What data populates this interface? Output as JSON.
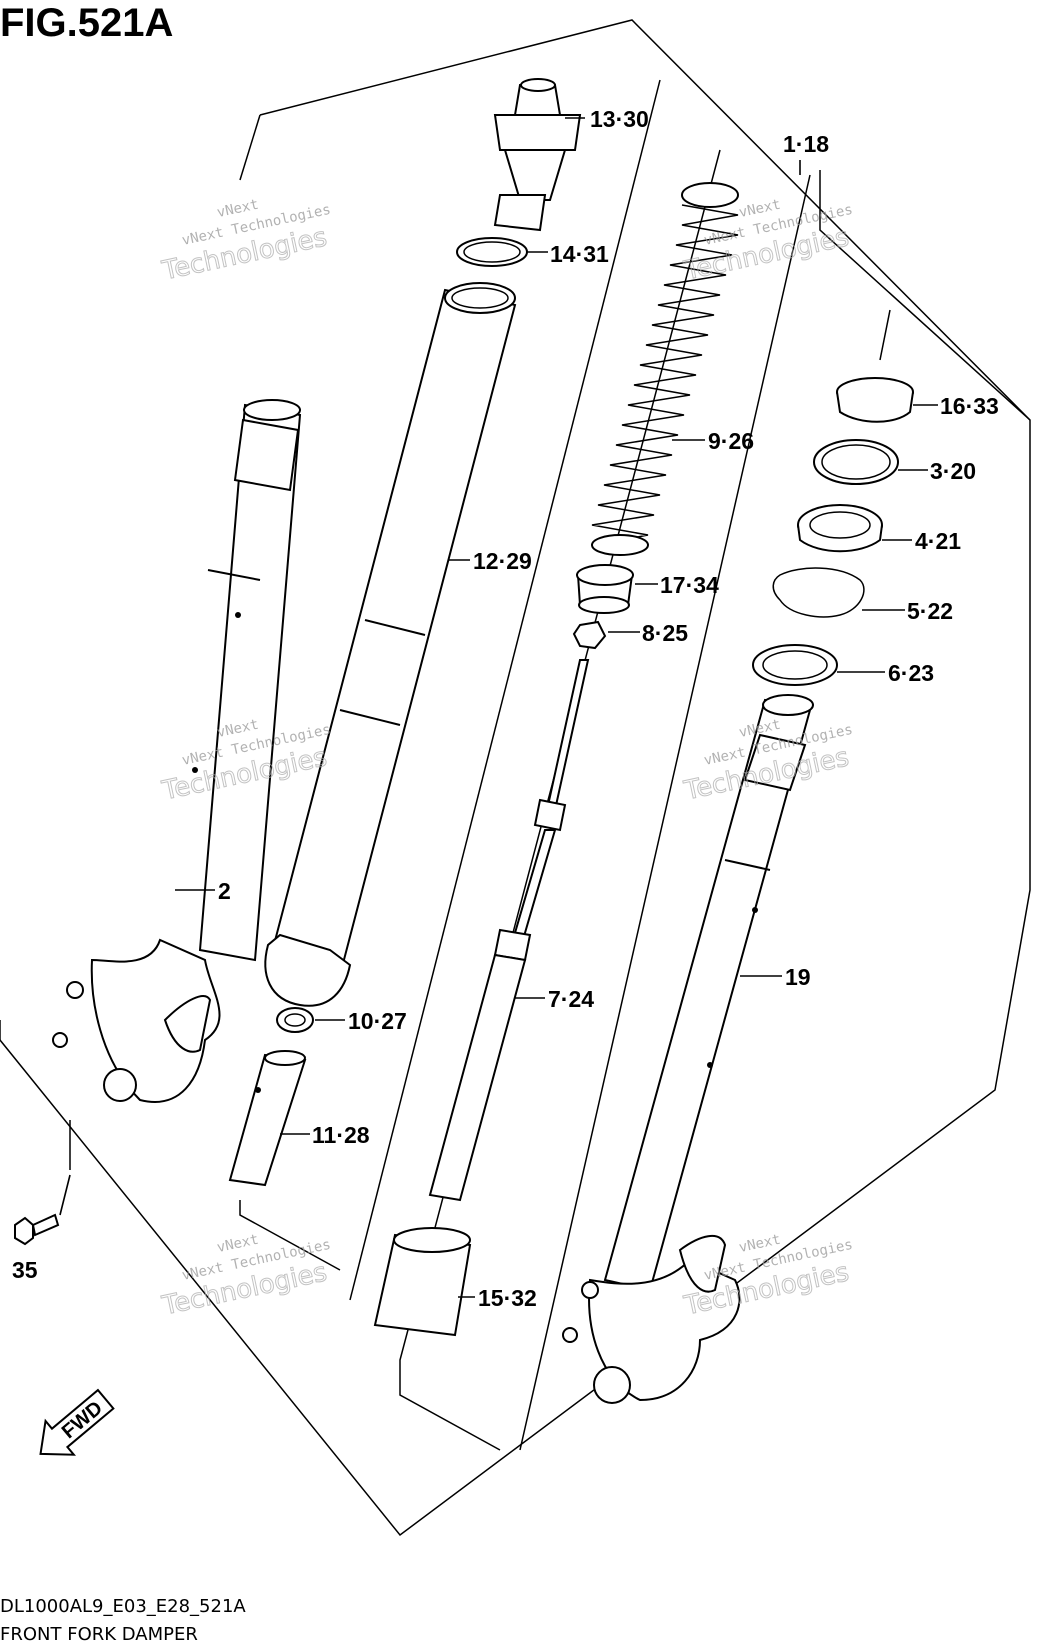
{
  "figure": {
    "title": "FIG.521A",
    "model_code": "DL1000AL9_E03_E28_521A",
    "caption": "FRONT FORK DAMPER"
  },
  "direction_label": "FWD",
  "watermark": {
    "line1": "vNext Technologies",
    "line2": "Technologies",
    "overlay": "vNext"
  },
  "callouts": [
    {
      "id": "c-13-30",
      "label": "13·30"
    },
    {
      "id": "c-1-18",
      "label": "1·18"
    },
    {
      "id": "c-14-31",
      "label": "14·31"
    },
    {
      "id": "c-16-33",
      "label": "16·33"
    },
    {
      "id": "c-9-26",
      "label": "9·26"
    },
    {
      "id": "c-3-20",
      "label": "3·20"
    },
    {
      "id": "c-4-21",
      "label": "4·21"
    },
    {
      "id": "c-12-29",
      "label": "12·29"
    },
    {
      "id": "c-17-34",
      "label": "17·34"
    },
    {
      "id": "c-5-22",
      "label": "5·22"
    },
    {
      "id": "c-8-25",
      "label": "8·25"
    },
    {
      "id": "c-6-23",
      "label": "6·23"
    },
    {
      "id": "c-2",
      "label": "2"
    },
    {
      "id": "c-19",
      "label": "19"
    },
    {
      "id": "c-7-24",
      "label": "7·24"
    },
    {
      "id": "c-10-27",
      "label": "10·27"
    },
    {
      "id": "c-11-28",
      "label": "11·28"
    },
    {
      "id": "c-35",
      "label": "35"
    },
    {
      "id": "c-15-32",
      "label": "15·32"
    }
  ]
}
